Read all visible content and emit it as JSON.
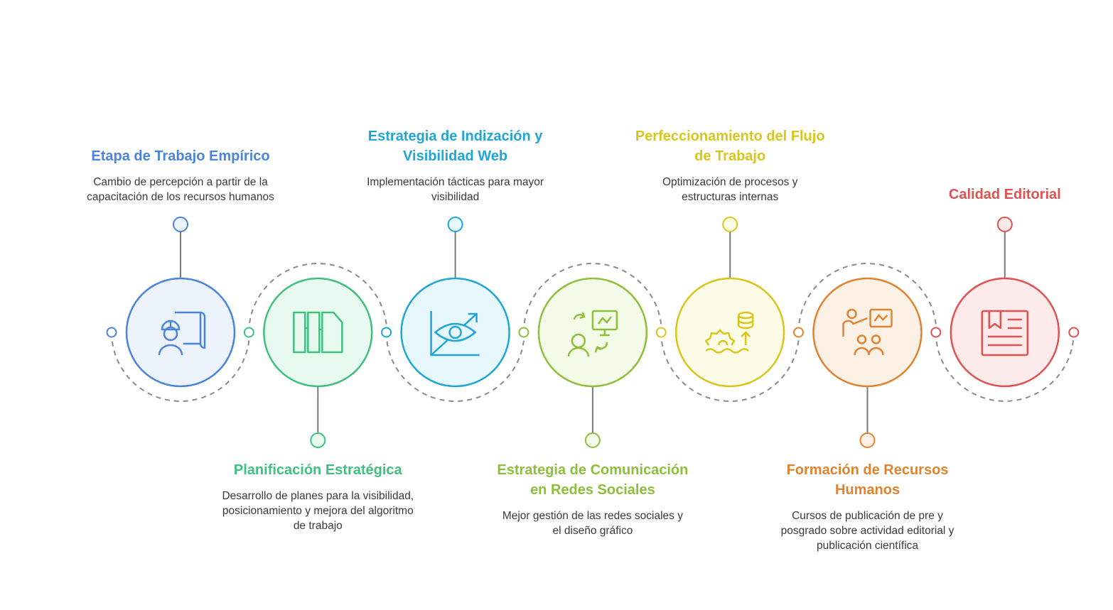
{
  "steps": [
    {
      "title": "Etapa de Trabajo Empírico",
      "desc": "Cambio de percepción a partir de la capacitación de los recursos humanos",
      "color": "#4a84dc",
      "fill": "#edf3fd",
      "icon": "engineer-blueprint-icon",
      "position": "top"
    },
    {
      "title": "Planificación Estratégica",
      "desc": "Desarrollo de planes para la visibilidad, posicionamiento y mejora del algoritmo de trabajo",
      "color": "#3fc07e",
      "fill": "#e8faf0",
      "icon": "kanban-columns-icon",
      "position": "bottom"
    },
    {
      "title": "Estrategia de Indización y Visibilidad Web",
      "desc": "Implementación tácticas para mayor visibilidad",
      "color": "#1fa6d6",
      "fill": "#e6f7fd",
      "icon": "eye-growth-chart-icon",
      "position": "top"
    },
    {
      "title": "Estrategia de Comunicación en Redes Sociales",
      "desc": "Mejor gestión de las redes sociales y el diseño gráfico",
      "color": "#8dbf3a",
      "fill": "#f4fae8",
      "icon": "social-media-exchange-icon",
      "position": "bottom"
    },
    {
      "title": "Perfeccionamiento del Flujo de Trabajo",
      "desc": "Optimización de procesos y estructuras internas",
      "color": "#d9c61c",
      "fill": "#fcfbe6",
      "icon": "gear-database-icon",
      "position": "top"
    },
    {
      "title": "Formación de Recursos Humanos",
      "desc": "Cursos de publicación de pre y posgrado sobre actividad editorial y publicación científica",
      "color": "#e0832e",
      "fill": "#fdf1e6",
      "icon": "teacher-students-icon",
      "position": "bottom"
    },
    {
      "title": "Calidad Editorial",
      "desc": "",
      "color": "#e05252",
      "fill": "#fdeaea",
      "icon": "bookmarked-document-icon",
      "position": "top"
    }
  ]
}
